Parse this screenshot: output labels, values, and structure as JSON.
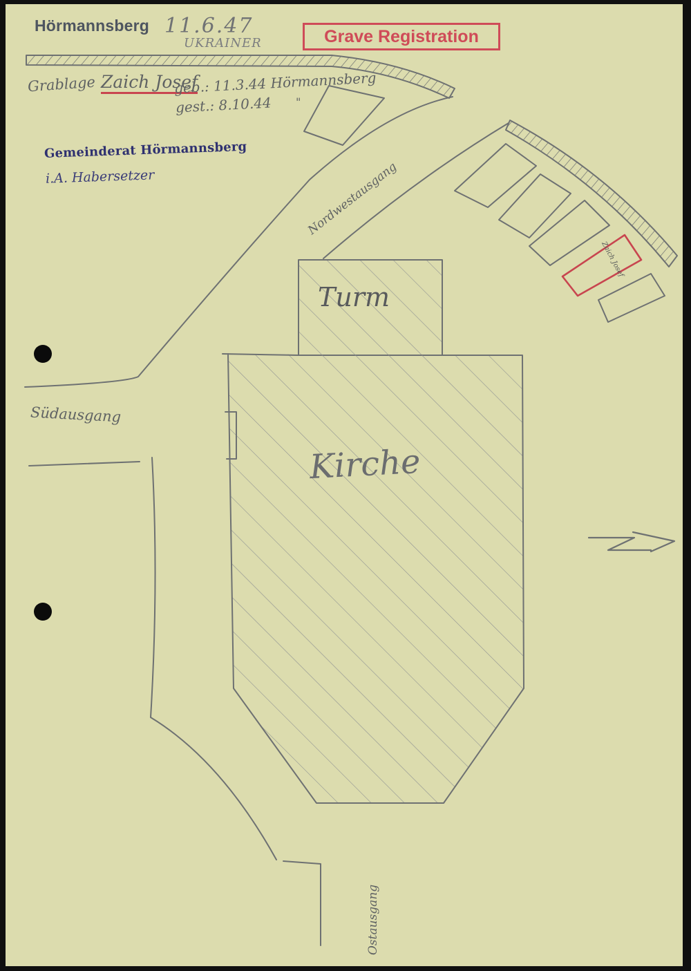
{
  "header": {
    "place_stamp": "Hörmannsberg",
    "date": "11.6.47",
    "nationality": "UKRAINER"
  },
  "stamp": {
    "label": "Grave Registration",
    "color": "#cf4b58"
  },
  "entry": {
    "prefix": "Grablage",
    "name": "Zaich Josef",
    "born": "geb.: 11.3.44 Hörmannsberg",
    "died": "gest.: 8.10.44",
    "ditto": "\""
  },
  "council": {
    "stamp": "Gemeinderat Hörmannsberg",
    "signature": "i.A. Habersetzer"
  },
  "plan": {
    "northwest_exit": "Nordwestausgang",
    "south_exit": "Südausgang",
    "tower": "Turm",
    "church": "Kirche",
    "east_exit": "Ostausgang",
    "marked_grave": "Zaich Josef"
  },
  "colors": {
    "paper": "#dcdcae",
    "pencil": "#6a6d6e",
    "ink_blue": "#2f3170",
    "red_marker": "#cf4b58"
  }
}
